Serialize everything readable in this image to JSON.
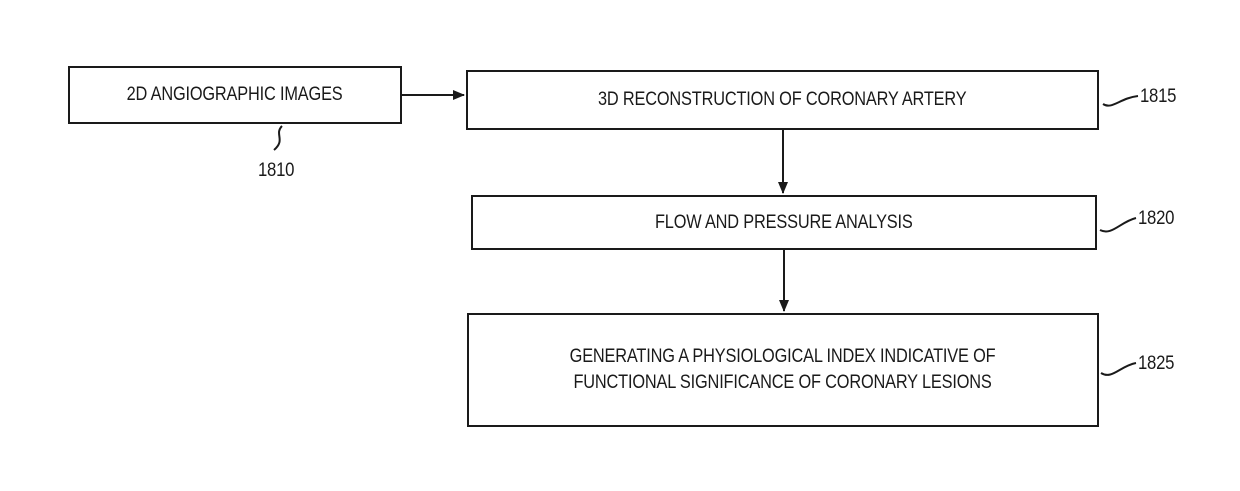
{
  "boxes": {
    "input": {
      "text": "2D ANGIOGRAPHIC IMAGES"
    },
    "step_1815": {
      "text": "3D RECONSTRUCTION OF CORONARY ARTERY"
    },
    "step_1820": {
      "text": "FLOW AND PRESSURE ANALYSIS"
    },
    "step_1825": {
      "line1": "GENERATING A PHYSIOLOGICAL INDEX INDICATIVE OF",
      "line2": "FUNCTIONAL SIGNIFICANCE OF CORONARY LESIONS"
    }
  },
  "refs": {
    "r1810": "1810",
    "r1815": "1815",
    "r1820": "1820",
    "r1825": "1825"
  }
}
